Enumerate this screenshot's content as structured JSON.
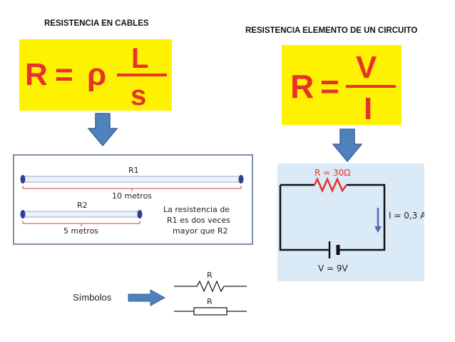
{
  "left": {
    "heading": "RESISTENCIA EN CABLES",
    "formula": {
      "lhs": "R",
      "eq": "=",
      "rho": "ρ",
      "num": "L",
      "den": "s"
    },
    "cables": {
      "r1_label": "R1",
      "r1_length": "10 metros",
      "r2_label": "R2",
      "r2_length": "5 metros",
      "note_lines": [
        "La resistencia de",
        "R1 es dos veces",
        "mayor que R2"
      ]
    }
  },
  "right": {
    "heading": "RESISTENCIA ELEMENTO DE UN CIRCUITO",
    "formula": {
      "lhs": "R",
      "eq": "=",
      "num": "V",
      "den": "I"
    },
    "circuit": {
      "resistor_label": "R = 30Ω",
      "current_label": "I = 0,3 A",
      "voltage_label": "V = 9V"
    }
  },
  "symbols": {
    "label": "Símbolos",
    "r_zigzag": "R",
    "r_box": "R"
  },
  "colors": {
    "yellow": "#fff200",
    "formula_red": "#e8312a",
    "arrow_blue": "#4f81bd",
    "circuit_bg": "#dbeaf7",
    "cable_blue": "#2f3f8f"
  }
}
